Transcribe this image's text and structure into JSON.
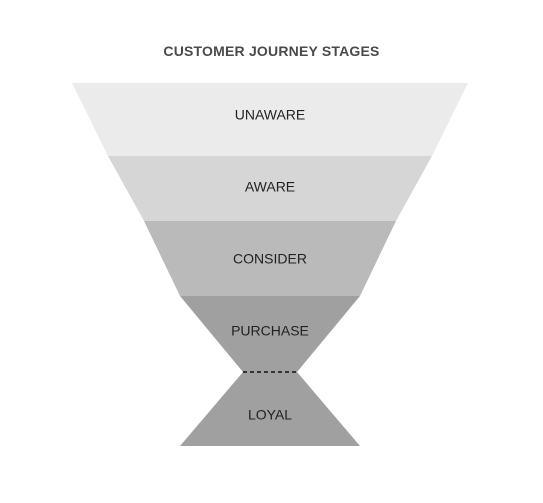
{
  "title": "CUSTOMER JOURNEY STAGES",
  "stages": [
    {
      "label": "UNAWARE",
      "color": "#ebebeb"
    },
    {
      "label": "AWARE",
      "color": "#d6d6d6"
    },
    {
      "label": "CONSIDER",
      "color": "#bababa"
    },
    {
      "label": "PURCHASE",
      "color": "#a0a0a0"
    },
    {
      "label": "LOYAL",
      "color": "#a0a0a0"
    }
  ],
  "colors": {
    "title": "#4a4a4a",
    "label": "#222222",
    "divider": "#333333"
  }
}
